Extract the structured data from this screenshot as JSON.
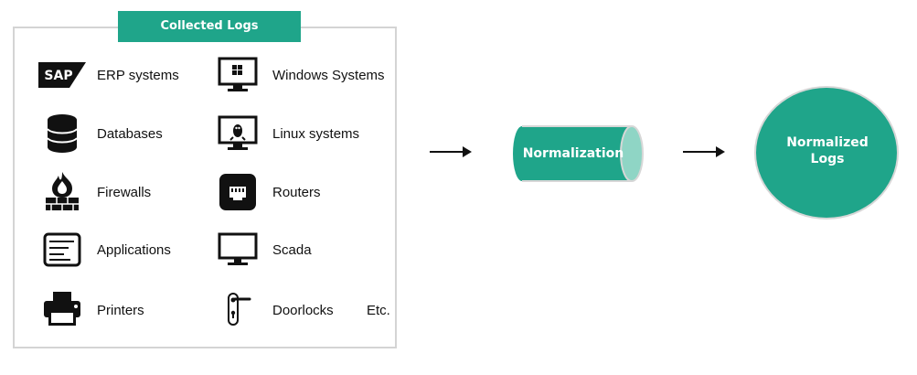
{
  "panel": {
    "title": "Collected Logs",
    "left_items": [
      {
        "label": "ERP systems",
        "icon": "sap-logo-icon"
      },
      {
        "label": "Databases",
        "icon": "database-icon"
      },
      {
        "label": "Firewalls",
        "icon": "firewall-icon"
      },
      {
        "label": "Applications",
        "icon": "application-icon"
      },
      {
        "label": "Printers",
        "icon": "printer-icon"
      }
    ],
    "right_items": [
      {
        "label": "Windows Systems",
        "icon": "windows-monitor-icon"
      },
      {
        "label": "Linux systems",
        "icon": "linux-monitor-icon"
      },
      {
        "label": "Routers",
        "icon": "router-icon"
      },
      {
        "label": "Scada",
        "icon": "monitor-icon"
      },
      {
        "label": "Doorlocks",
        "icon": "door-handle-icon"
      }
    ],
    "etc": "Etc."
  },
  "process": {
    "normalization_label": "Normalization",
    "output_line1": "Normalized",
    "output_line2": "Logs"
  },
  "colors": {
    "accent": "#1fa58a",
    "accent_light": "#8fd5c5",
    "border": "#d4d4d4"
  }
}
